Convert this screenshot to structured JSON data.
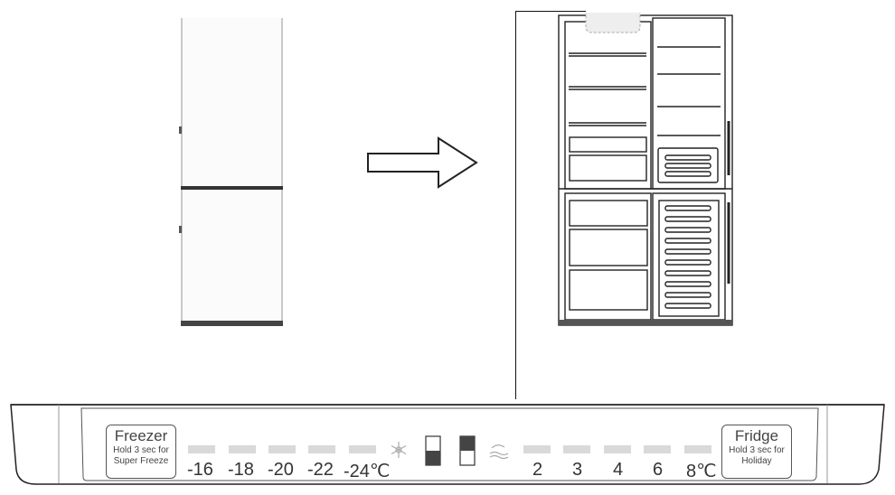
{
  "freezer_button": {
    "title": "Freezer",
    "line1": "Hold 3 sec for",
    "line2": "Super Freeze"
  },
  "fridge_button": {
    "title": "Fridge",
    "line1": "Hold 3 sec for",
    "line2": "Holiday"
  },
  "freezer_temps": [
    "-16",
    "-18",
    "-20",
    "-22",
    "-24℃"
  ],
  "fridge_temps": [
    "2",
    "3",
    "4",
    "6",
    "8℃"
  ],
  "icons": {
    "freezer_snowflake": "snowflake-icon",
    "freezer_zone": "freezer-zone-indicator-icon",
    "fridge_zone": "fridge-zone-indicator-icon",
    "fridge_holiday": "holiday-icon",
    "transition_arrow": "right-arrow-icon"
  }
}
